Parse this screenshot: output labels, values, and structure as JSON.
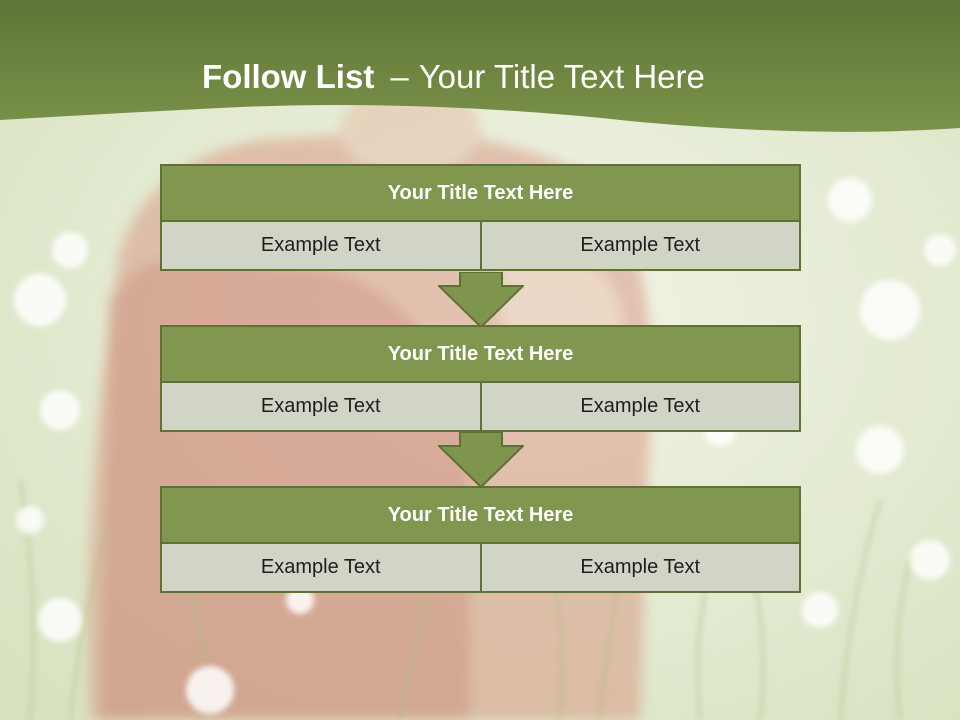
{
  "slide": {
    "title_bold": "Follow List",
    "title_separator": "–",
    "title_rest": "Your Title Text Here"
  },
  "blocks": [
    {
      "title": "Your Title Text Here",
      "cells": [
        "Example Text",
        "Example Text"
      ]
    },
    {
      "title": "Your Title Text Here",
      "cells": [
        "Example Text",
        "Example Text"
      ]
    },
    {
      "title": "Your Title Text Here",
      "cells": [
        "Example Text",
        "Example Text"
      ]
    }
  ],
  "colors": {
    "banner": "#6f8544",
    "block_title": "#81964f",
    "block_border": "#5f7135",
    "cell": "#d0d5c5",
    "arrow": "#7f944c"
  },
  "icons": [
    "down-arrow-icon"
  ]
}
